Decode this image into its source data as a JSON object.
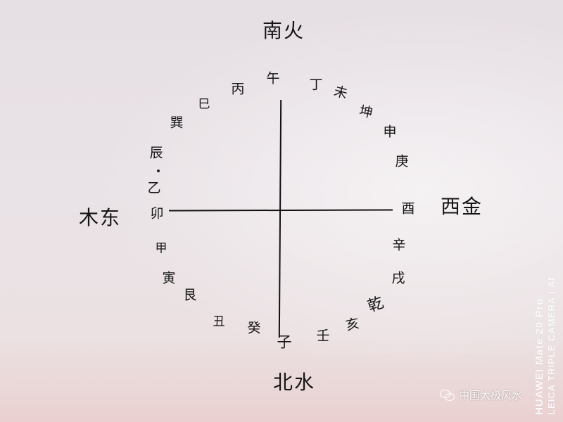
{
  "directions": {
    "south": "南火",
    "north": "北水",
    "east": "木东",
    "west": "西金"
  },
  "ring": {
    "wu": "午",
    "ding": "丁",
    "wei": "未",
    "kun": "坤",
    "shen": "申",
    "geng": "庚",
    "you": "酉",
    "xin": "辛",
    "xu": "戌",
    "qian": "乾",
    "hai": "亥",
    "ren": "壬",
    "zi": "子",
    "gui": "癸",
    "chou": "丑",
    "gen": "艮",
    "yin": "寅",
    "jia": "甲",
    "mao": "卯",
    "yi": "乙",
    "chen": "辰",
    "xun": "巽",
    "si": "巳",
    "bing": "丙"
  },
  "watermark": {
    "line1": "HUAWEI Mate 20 Pro",
    "line2": "LEICA TRIPLE CAMERA | AI"
  },
  "badge": {
    "text": "中国太极风水"
  }
}
